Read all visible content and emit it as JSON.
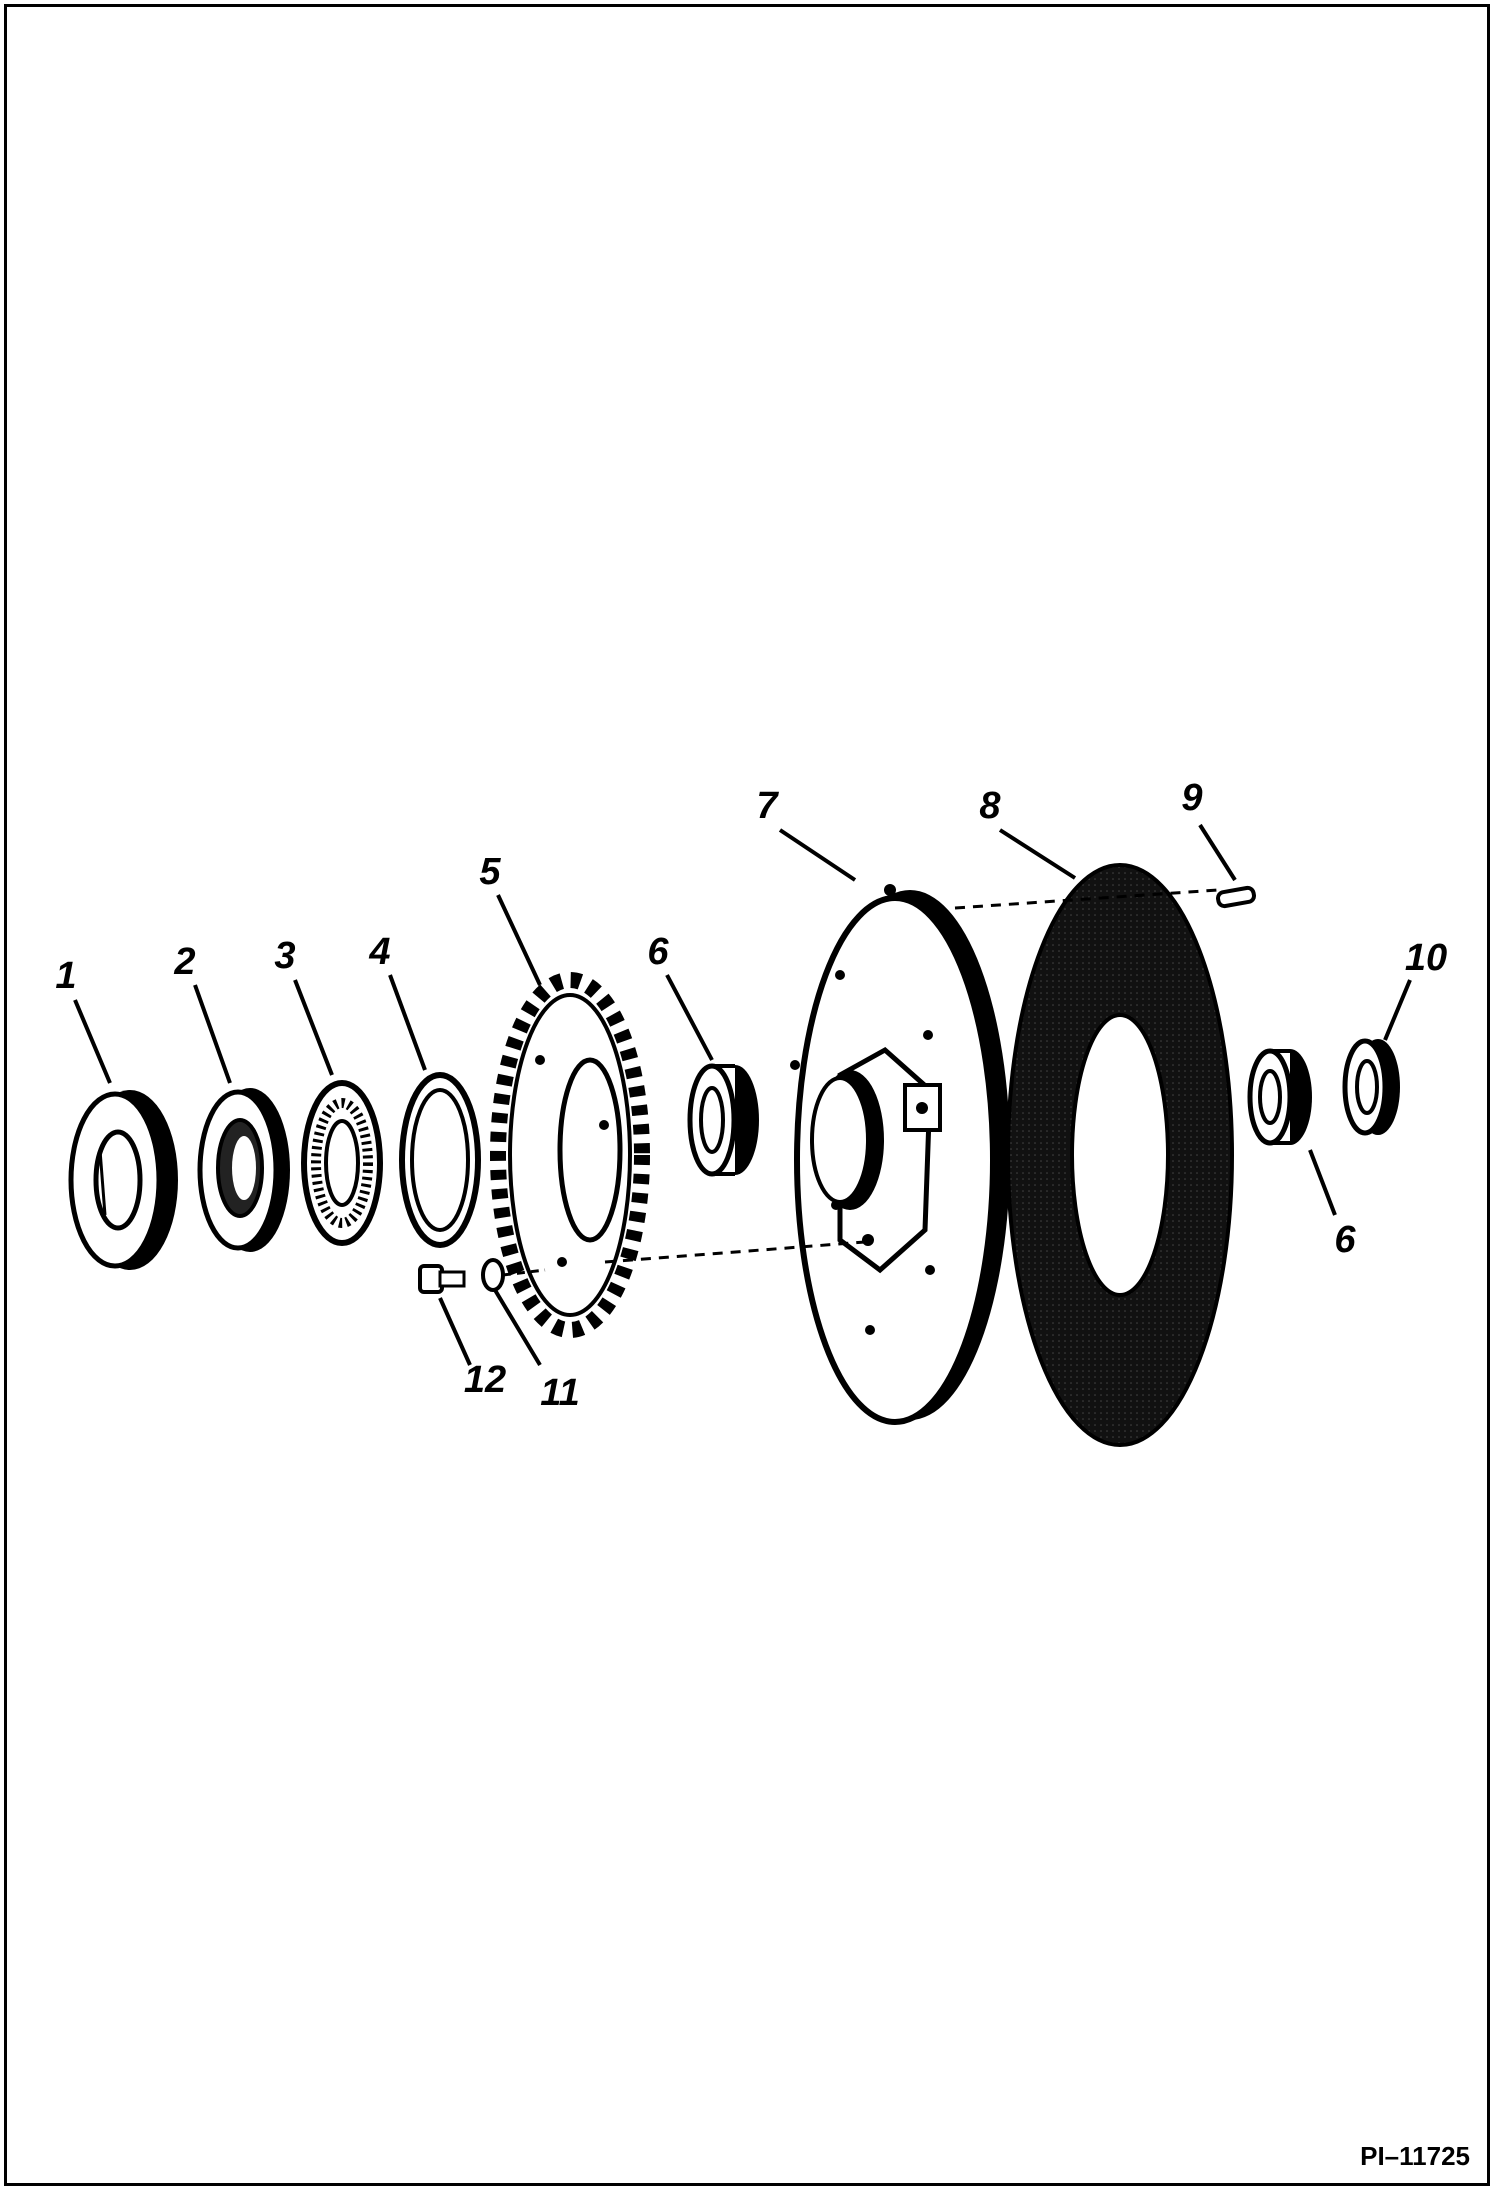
{
  "figure_id": "PI–11725",
  "callouts": {
    "c1": "1",
    "c2": "2",
    "c3": "3",
    "c4": "4",
    "c5": "5",
    "c6a": "6",
    "c6b": "6",
    "c7": "7",
    "c8": "8",
    "c9": "9",
    "c10": "10",
    "c11": "11",
    "c12": "12"
  }
}
